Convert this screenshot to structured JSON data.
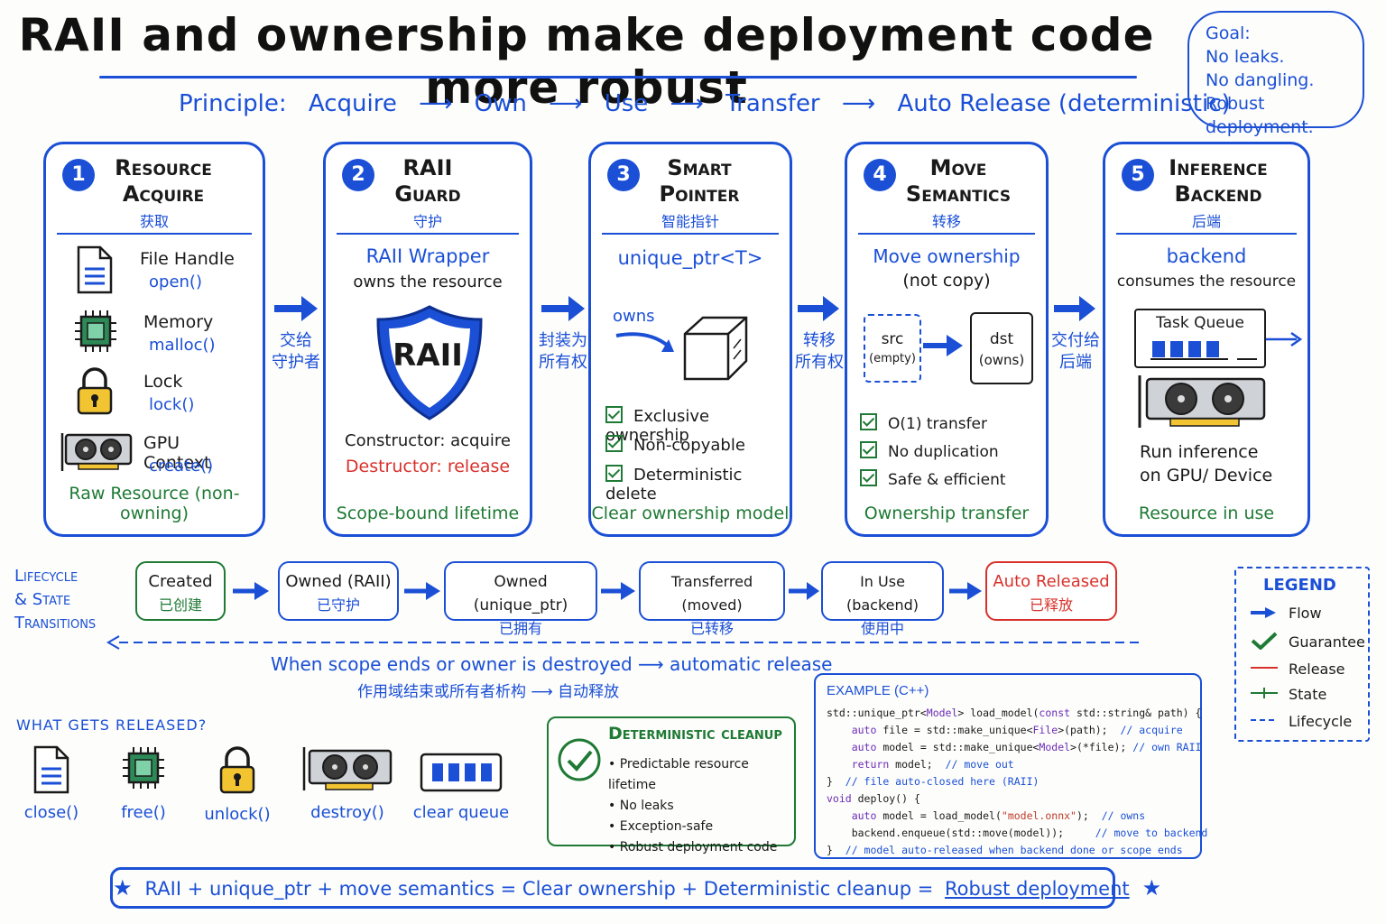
{
  "title": "RAII and ownership make deployment code more robust",
  "principle": {
    "label": "Principle:",
    "steps": [
      "Acquire",
      "Own",
      "Use",
      "Transfer",
      "Auto Release (deterministic)"
    ],
    "arrow": "⟶"
  },
  "goal": {
    "label": "Goal:",
    "lines": [
      "No leaks.",
      "No dangling.",
      "Robust deployment."
    ]
  },
  "steps": [
    {
      "num": "1",
      "title1": "Resource",
      "title2": "Acquire",
      "cn": "获取",
      "resources": [
        {
          "label": "File Handle",
          "fn": "open()"
        },
        {
          "label": "Memory",
          "fn": "malloc()"
        },
        {
          "label": "Lock",
          "fn": "lock()"
        },
        {
          "label": "GPU Context",
          "fn": "create()"
        }
      ],
      "footer": "Raw Resource (non-owning)"
    },
    {
      "num": "2",
      "title1": "RAII",
      "title2": "Guard",
      "cn": "守护",
      "sub1": "RAII Wrapper",
      "sub2": "owns the resource",
      "shield": "RAII",
      "ctor": "Constructor: acquire",
      "dtor": "Destructor: release",
      "footer": "Scope-bound lifetime"
    },
    {
      "num": "3",
      "title1": "Smart",
      "title2": "Pointer",
      "cn": "智能指针",
      "sub1": "unique_ptr<T>",
      "owns": "owns",
      "checks": [
        "Exclusive ownership",
        "Non-copyable",
        "Deterministic delete"
      ],
      "footer": "Clear ownership model"
    },
    {
      "num": "4",
      "title1": "Move",
      "title2": "Semantics",
      "cn": "转移",
      "sub1": "Move ownership",
      "sub2": "(not copy)",
      "src": "src",
      "src_note": "(empty)",
      "dst": "dst",
      "dst_note": "(owns)",
      "checks": [
        "O(1) transfer",
        "No duplication",
        "Safe & efficient"
      ],
      "footer": "Ownership transfer"
    },
    {
      "num": "5",
      "title1": "Inference",
      "title2": "Backend",
      "cn": "后端",
      "sub1": "backend",
      "sub2": "consumes the resource",
      "queue": "Task Queue",
      "run1": "Run inference",
      "run2": "on GPU/ Device",
      "footer": "Resource in use"
    }
  ],
  "connectors": [
    [
      "交给",
      "守护者"
    ],
    [
      "封装为",
      "所有权"
    ],
    [
      "转移",
      "所有权"
    ],
    [
      "交付给",
      "后端"
    ]
  ],
  "lifecycle": {
    "label": [
      "Lifecycle",
      "& State",
      "Transitions"
    ],
    "states": [
      {
        "en": "Created",
        "cn": "已创建"
      },
      {
        "en": "Owned (RAII)",
        "cn": "已守护"
      },
      {
        "en": "Owned (unique_ptr)",
        "cn": "已拥有"
      },
      {
        "en": "Transferred (moved)",
        "cn": "已转移"
      },
      {
        "en": "In Use (backend)",
        "cn": "使用中"
      },
      {
        "en": "Auto Released",
        "cn": "已释放"
      }
    ],
    "note_en": "When scope ends or owner is destroyed ⟶ automatic release",
    "note_cn": "作用域结束或所有者析构 ⟶ 自动释放"
  },
  "released": {
    "label": "What gets released?",
    "items": [
      "close()",
      "free()",
      "unlock()",
      "destroy()",
      "clear queue"
    ]
  },
  "deterministic": {
    "title": "Deterministic cleanup",
    "bullets": [
      "Predictable resource lifetime",
      "No leaks",
      "Exception-safe",
      "Robust deployment code"
    ]
  },
  "example": {
    "title": "EXAMPLE (C++)"
  },
  "legend": {
    "title": "LEGEND",
    "items": [
      "Flow",
      "Guarantee",
      "Release",
      "State",
      "Lifecycle"
    ]
  },
  "bottom": {
    "text": "RAII + unique_ptr + move semantics = Clear ownership + Deterministic cleanup =",
    "emph": "Robust deployment"
  },
  "colors": {
    "blue": "#1a4fd6",
    "green": "#1e7a34",
    "red": "#d8312b"
  }
}
